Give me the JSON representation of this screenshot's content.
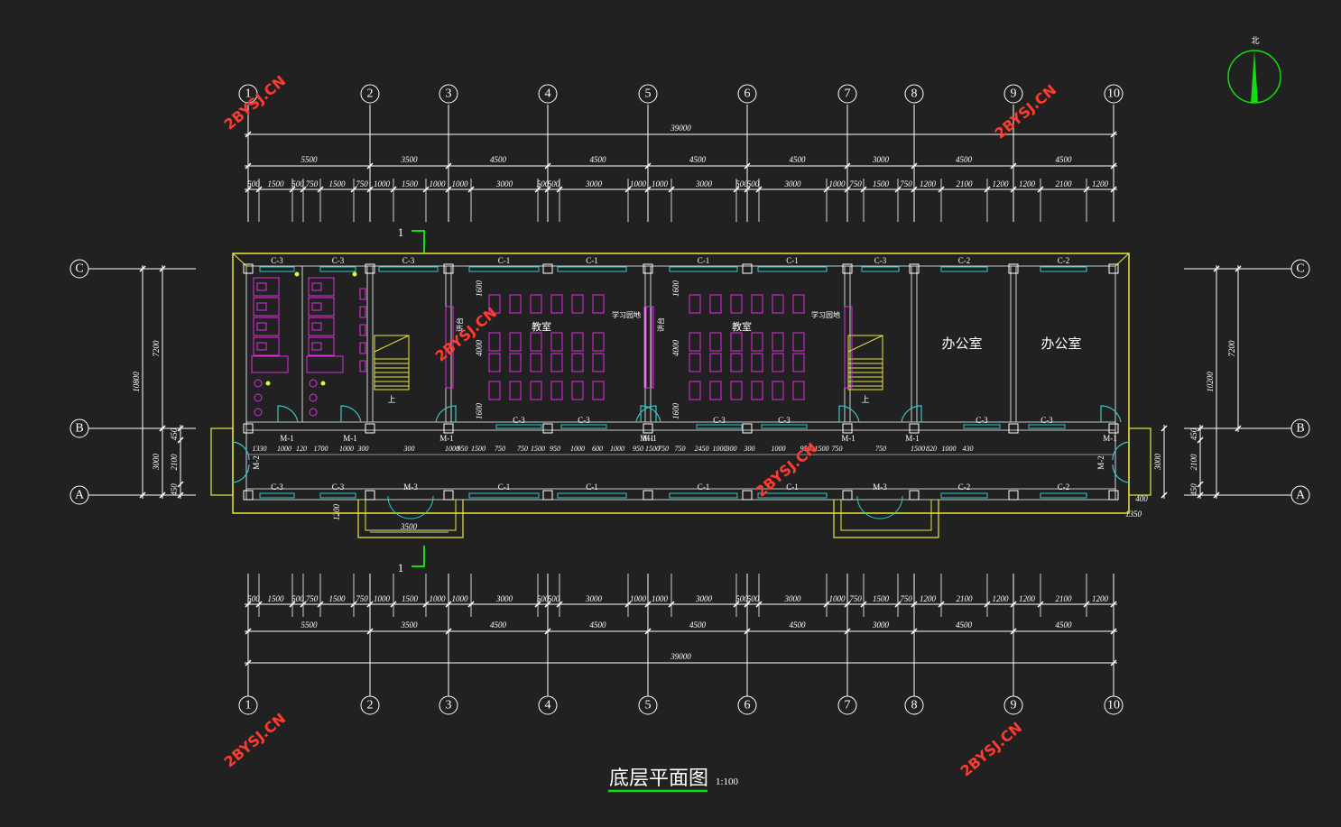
{
  "title": "底层平面图",
  "scale": "1:100",
  "north": "北",
  "watermark": "2BYSJ.CN",
  "section_mark": "1",
  "axes_x": [
    "1",
    "2",
    "3",
    "4",
    "5",
    "6",
    "7",
    "8",
    "9",
    "10"
  ],
  "axes_y": [
    "C",
    "B",
    "A"
  ],
  "overall_dim": "39000",
  "bay_dims": [
    "5500",
    "3500",
    "4500",
    "4500",
    "4500",
    "4500",
    "3000",
    "4500",
    "4500"
  ],
  "detail_dims": [
    "500",
    "1500",
    "500",
    "750",
    "1500",
    "750",
    "1000",
    "1500",
    "1000",
    "1000",
    "3000",
    "500",
    "500",
    "3000",
    "1000",
    "1000",
    "3000",
    "500",
    "500",
    "3000",
    "1000",
    "750",
    "1500",
    "750",
    "1200",
    "2100",
    "1200",
    "1200",
    "2100",
    "1200"
  ],
  "left_dims": {
    "total": "10800",
    "top": "7200",
    "bottom": "3000",
    "parts": [
      "450",
      "2100",
      "450"
    ]
  },
  "right_dims": {
    "total": "10200",
    "top": "7200",
    "bottom": "3000",
    "parts": [
      "450",
      "2100",
      "450"
    ]
  },
  "rooms": {
    "classroom": "教室",
    "office": "办公室",
    "podium": "讲台",
    "study_garden": "学习园地",
    "up": "上"
  },
  "windows_top": [
    "C-3",
    "C-3",
    "C-3",
    "C-1",
    "C-1",
    "C-1",
    "C-1",
    "C-3",
    "C-2",
    "C-2"
  ],
  "windows_bottom": [
    "C-3",
    "C-3",
    "M-3",
    "C-1",
    "C-1",
    "C-1",
    "C-1",
    "M-3",
    "C-2",
    "C-2"
  ],
  "windows_corridor": [
    "C-3",
    "C-3",
    "C-3",
    "C-3",
    "C-3",
    "C-3"
  ],
  "doors": [
    "M-1",
    "M-1",
    "M-1",
    "M-1",
    "M-1",
    "M-1",
    "M-1",
    "M-1",
    "M-2",
    "M-2"
  ],
  "corridor_dims": [
    "1330",
    "1000",
    "120",
    "1700",
    "1000",
    "300",
    "300",
    "1000",
    "950",
    "1500",
    "750",
    "750",
    "1500",
    "950",
    "1000",
    "600",
    "1000",
    "950",
    "1500",
    "750",
    "750",
    "2450",
    "1000",
    "300",
    "300",
    "1000",
    "950",
    "1500",
    "750",
    "750",
    "1500",
    "820",
    "1000",
    "430"
  ],
  "entrance_dims": {
    "width": "3500",
    "depth": "1200",
    "right": "1350",
    "right_top": "400"
  },
  "annot_1600": "1600",
  "annot_4000": "4000",
  "colors": {
    "bg": "#212121",
    "wall": "#e8e83a",
    "line": "#ffffff",
    "window": "#35c8c8",
    "furniture": "#e030e0",
    "door": "#35c8c8",
    "stair": "#e8e83a",
    "north": "#11dd11",
    "watermark": "#ff3b30",
    "underline": "#11dd11"
  }
}
